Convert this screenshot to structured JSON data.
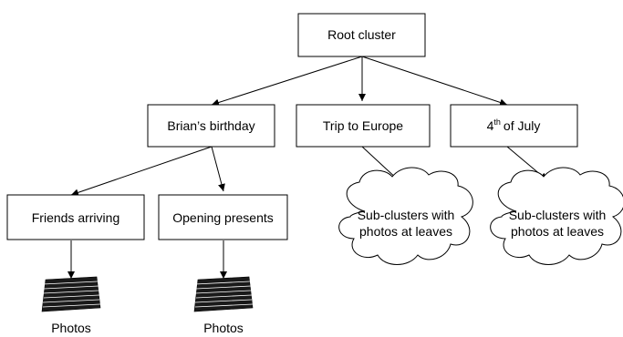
{
  "diagram": {
    "root": {
      "label": "Root cluster"
    },
    "level1": [
      {
        "label": "Brian’s birthday"
      },
      {
        "label": "Trip to Europe"
      },
      {
        "label": "of July",
        "prefix": "4",
        "superscript": "th"
      }
    ],
    "level2": [
      {
        "label": "Friends arriving"
      },
      {
        "label": "Opening presents"
      }
    ],
    "clouds": [
      {
        "line1": "Sub-clusters with",
        "line2": "photos at leaves"
      },
      {
        "line1": "Sub-clusters with",
        "line2": "photos at leaves"
      }
    ],
    "photos": [
      {
        "label": "Photos"
      },
      {
        "label": "Photos"
      }
    ]
  }
}
